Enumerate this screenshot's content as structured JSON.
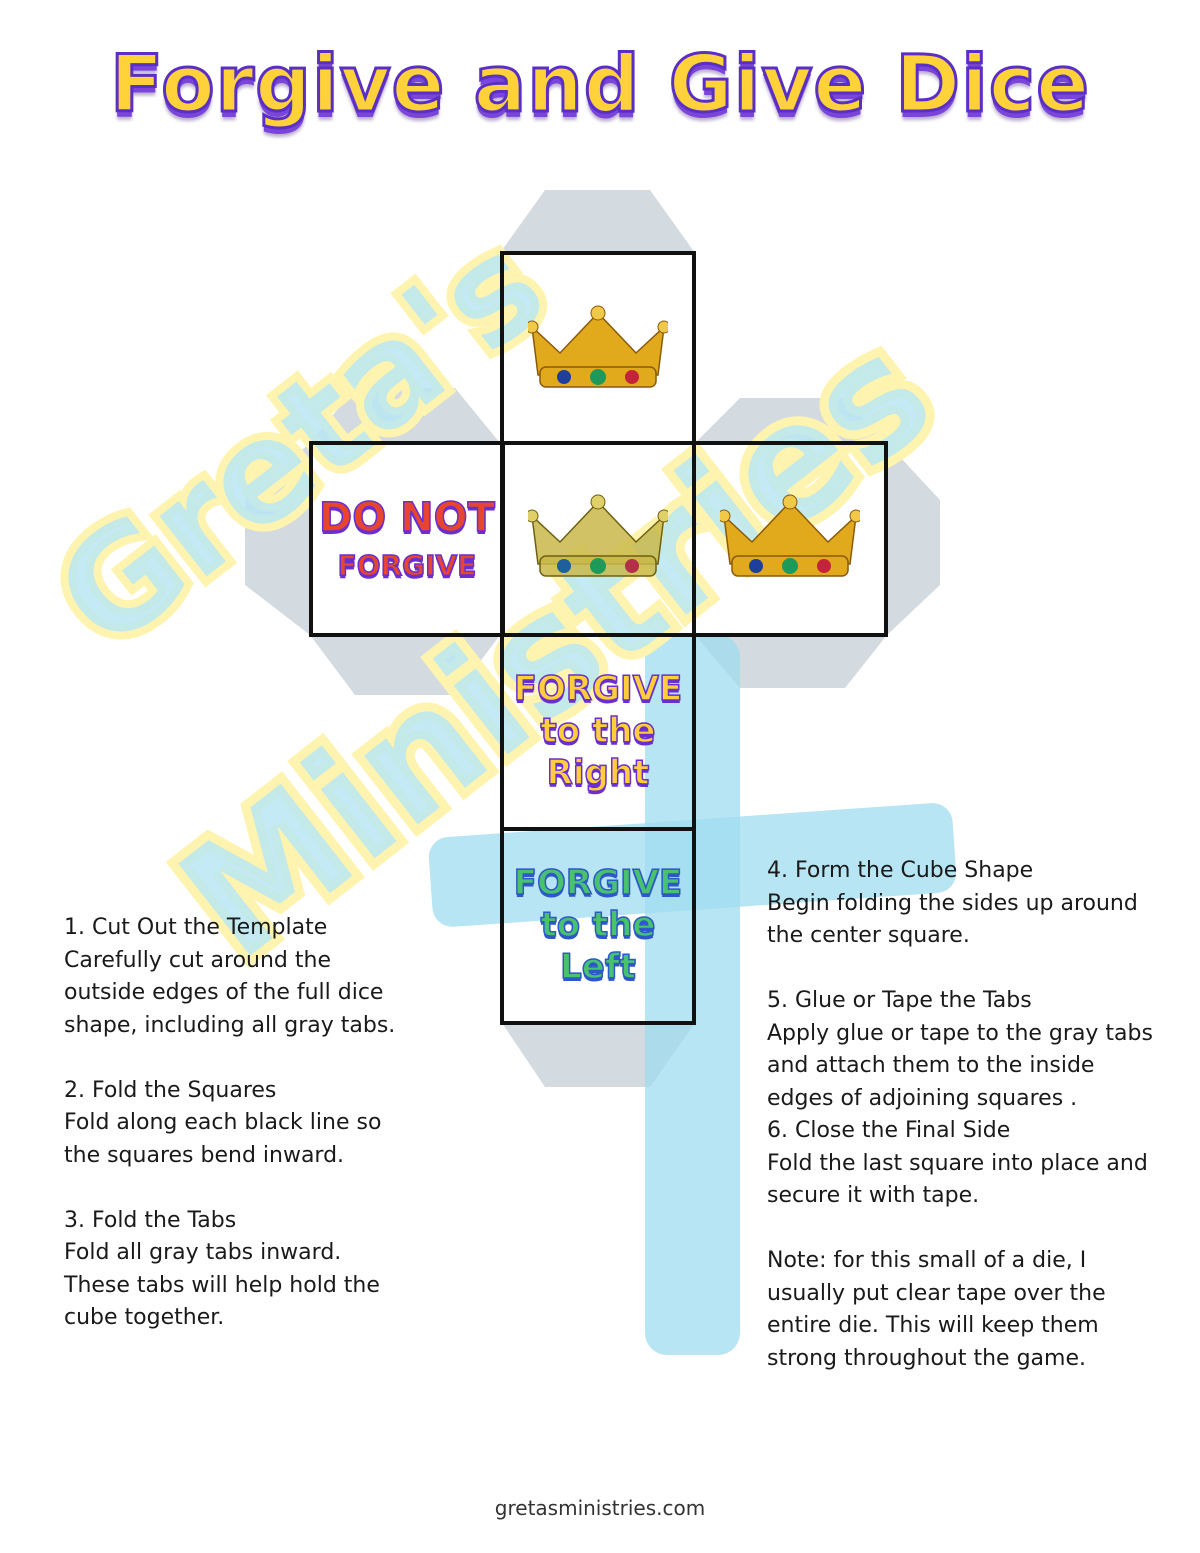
{
  "title": "Forgive and Give Dice",
  "watermark": {
    "line1": "Greta's",
    "line2": "Ministries",
    "fill_color": "#b8e6f3",
    "outline_color": "#fff3b0"
  },
  "dice": {
    "tab_color": "#d3dae0",
    "faces": {
      "top": {
        "icon": "crown-icon"
      },
      "left": {
        "line1": "DO NOT",
        "line2": "FORGIVE"
      },
      "center": {
        "icon": "crown-icon"
      },
      "right": {
        "icon": "crown-icon"
      },
      "middle": {
        "line1": "FORGIVE",
        "line2": "to the",
        "line3": "Right"
      },
      "bottom": {
        "line1": "FORGIVE",
        "line2": "to the",
        "line3": "Left"
      }
    }
  },
  "instructions_left": [
    {
      "heading": "1. Cut Out the Template",
      "body": " Carefully cut around the outside edges of the full dice shape, including all gray tabs."
    },
    {
      "heading": "2. Fold the Squares",
      "body": " Fold along each black line so the squares bend inward."
    },
    {
      "heading": "3. Fold the Tabs",
      "body": "Fold all gray tabs inward. These tabs will help hold the cube together."
    }
  ],
  "instructions_right": [
    {
      "heading": "4. Form the Cube Shape",
      "body": " Begin folding the sides up around the center square."
    },
    {
      "heading": "5. Glue or Tape the Tabs",
      "body": " Apply glue or tape to the gray tabs and attach them to the inside edges of adjoining squares ."
    },
    {
      "heading": "6. Close the Final Side",
      "body": " Fold the last square into place and secure it with tape."
    },
    {
      "heading": "",
      "body": "Note: for this small of a die, I usually  put clear tape over the entire die.  This will keep them strong throughout the game."
    }
  ],
  "footer": "gretasministries.com"
}
